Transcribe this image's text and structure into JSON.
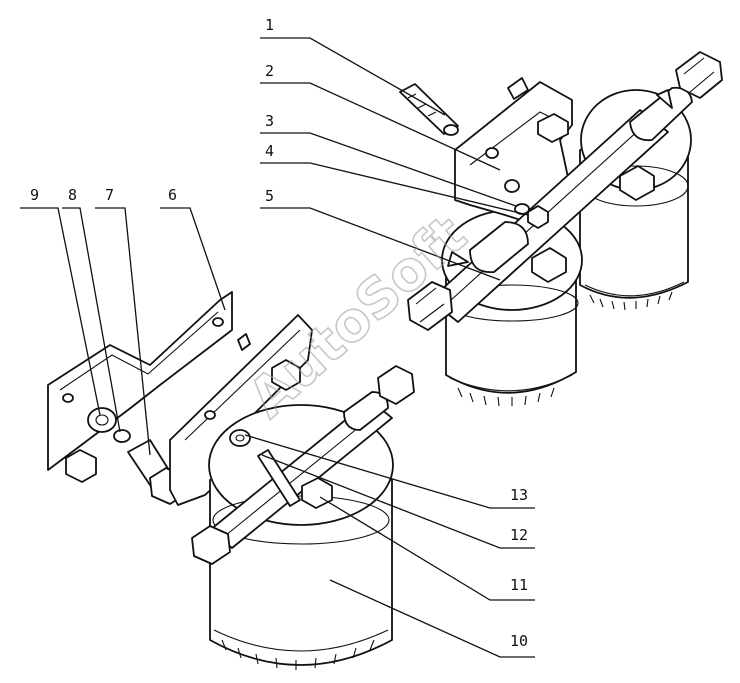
{
  "watermark": "AutoSoft",
  "callouts": [
    {
      "id": "callout-1",
      "text": "1"
    },
    {
      "id": "callout-2",
      "text": "2"
    },
    {
      "id": "callout-3",
      "text": "3"
    },
    {
      "id": "callout-4",
      "text": "4"
    },
    {
      "id": "callout-5",
      "text": "5"
    },
    {
      "id": "callout-6",
      "text": "6"
    },
    {
      "id": "callout-7",
      "text": "7"
    },
    {
      "id": "callout-8",
      "text": "8"
    },
    {
      "id": "callout-9",
      "text": "9"
    },
    {
      "id": "callout-10",
      "text": "10"
    },
    {
      "id": "callout-11",
      "text": "11"
    },
    {
      "id": "callout-12",
      "text": "12"
    },
    {
      "id": "callout-13",
      "text": "13"
    }
  ],
  "flow_arrows": [
    {
      "id": "flow-arrow-upper",
      "symbol": "arrow-up"
    },
    {
      "id": "flow-arrow-lower",
      "symbol": "arrow-down"
    }
  ]
}
